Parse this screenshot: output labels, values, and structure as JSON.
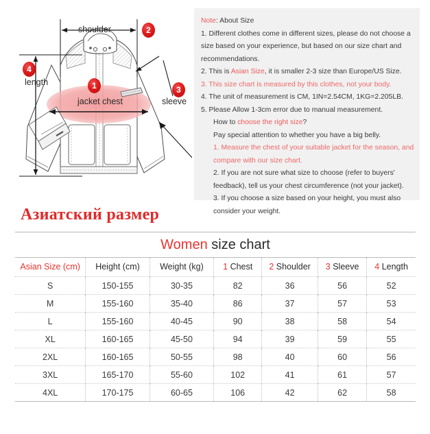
{
  "diagram": {
    "labels": {
      "shoulder": "shoulder",
      "length": "length",
      "jacket_chest": "jacket chest",
      "sleeve": "sleeve"
    },
    "badges": {
      "chest": "1",
      "shoulder": "2",
      "sleeve": "3",
      "length": "4"
    }
  },
  "note": {
    "title_label": "Note",
    "title_rest": ": About Size",
    "lines": [
      "1. Different clothes come in different sizes, please do not choose a",
      "size based on your experience, but based on our size chart and",
      "recommendations.",
      "2. This is ",
      "Asian Size",
      ", it is smaller 2-3 size than Europe/US Size.",
      "3. This size chart is measured by this clothes, not your body.",
      "4. The unit of measurement is CM, 1IN=2.54CM, 1KG=2.205LB.",
      "5. Please Allow 1-3cm error due to manual measurement."
    ],
    "line1": "1. Different clothes come in different sizes, please do not choose a",
    "line2": "size based on your experience, but based on our size chart and",
    "line3": "recommendations.",
    "line4_a": "2. This is ",
    "line4_red": "Asian Size",
    "line4_b": ", it is smaller 2-3 size than Europe/US Size.",
    "line5": "3. This size chart is measured by this clothes, not your body.",
    "line6": "4. The unit of measurement is CM, 1IN=2.54CM, 1KG=2.205LB.",
    "line7": "5. Please Allow 1-3cm error due to manual measurement.",
    "howto_a": "How to ",
    "howto_red": "choose the right size",
    "howto_b": "?",
    "belly": "Pay special attention to whether you have a big belly.",
    "tip1": "1. Measure the chest of your suitable jacket for the season, and",
    "tip1b": "compare with our size chart.",
    "tip2": "2. If you are not sure what size to choose (refer to buyers'",
    "tip2b": "feedback), tell us your chest circumference (not your jacket).",
    "tip3": "3. If you choose a size based on your height, you must also",
    "tip3b": "consider your weight."
  },
  "ru_heading": "Азиатский размер",
  "chart": {
    "title_red": "Women",
    "title_rest": " size chart"
  },
  "chart_data": {
    "type": "table",
    "title": "Women size chart",
    "columns": [
      "Asian Size (cm)",
      "Height (cm)",
      "Weight (kg)",
      "1 Chest",
      "2 Shoulder",
      "3 Sleeve",
      "4 Length"
    ],
    "column_numbers": [
      "",
      "",
      "",
      "1",
      "2",
      "3",
      "4"
    ],
    "column_names": [
      "Asian Size (cm)",
      "Height (cm)",
      "Weight (kg)",
      "Chest",
      "Shoulder",
      "Sleeve",
      "Length"
    ],
    "rows": [
      [
        "S",
        "150-155",
        "30-35",
        "82",
        "36",
        "56",
        "52"
      ],
      [
        "M",
        "155-160",
        "35-40",
        "86",
        "37",
        "57",
        "53"
      ],
      [
        "L",
        "155-160",
        "40-45",
        "90",
        "38",
        "58",
        "54"
      ],
      [
        "XL",
        "160-165",
        "45-50",
        "94",
        "39",
        "59",
        "55"
      ],
      [
        "2XL",
        "160-165",
        "50-55",
        "98",
        "40",
        "60",
        "56"
      ],
      [
        "3XL",
        "165-170",
        "55-60",
        "102",
        "41",
        "61",
        "57"
      ],
      [
        "4XL",
        "170-175",
        "60-65",
        "106",
        "42",
        "62",
        "58"
      ]
    ]
  },
  "colors": {
    "red": "#e8342f",
    "note_red": "#f06060",
    "panel_bg": "#f1f1f1",
    "chest_highlight": "#f4a7a7"
  }
}
